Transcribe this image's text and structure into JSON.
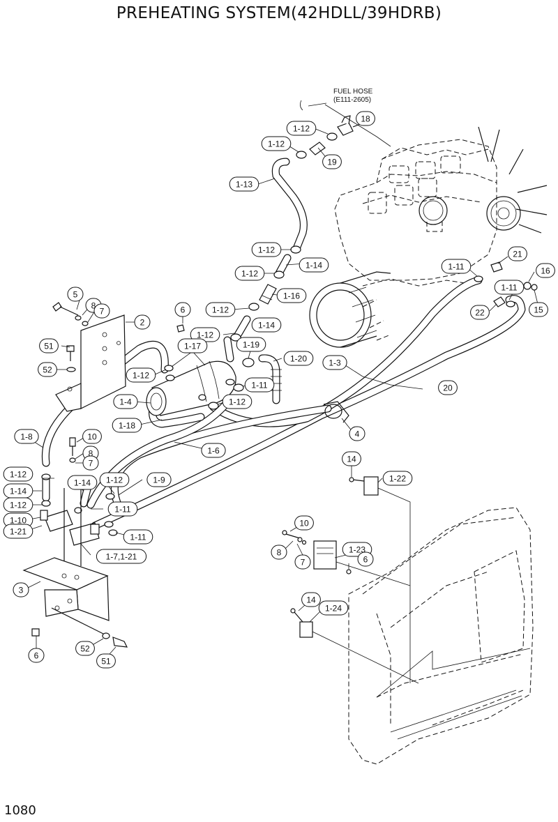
{
  "title": "PREHEATING SYSTEM(42HDLL/39HDRB)",
  "page_number": "1080",
  "note": {
    "line1": "FUEL HOSE",
    "line2": "(E111-2605)"
  },
  "callouts": [
    {
      "id": "c-18",
      "label": "18"
    },
    {
      "id": "c-1-12-a",
      "label": "1-12"
    },
    {
      "id": "c-1-12-b",
      "label": "1-12"
    },
    {
      "id": "c-19",
      "label": "19"
    },
    {
      "id": "c-1-13",
      "label": "1-13"
    },
    {
      "id": "c-1-12-c",
      "label": "1-12"
    },
    {
      "id": "c-1-14-a",
      "label": "1-14"
    },
    {
      "id": "c-1-12-d",
      "label": "1-12"
    },
    {
      "id": "c-1-16",
      "label": "1-16"
    },
    {
      "id": "c-1-12-e",
      "label": "1-12"
    },
    {
      "id": "c-1-14-b",
      "label": "1-14"
    },
    {
      "id": "c-1-12-f",
      "label": "1-12"
    },
    {
      "id": "c-21",
      "label": "21"
    },
    {
      "id": "c-1-11-a",
      "label": "1-11"
    },
    {
      "id": "c-16",
      "label": "16"
    },
    {
      "id": "c-1-11-b",
      "label": "1-11"
    },
    {
      "id": "c-22",
      "label": "22"
    },
    {
      "id": "c-15",
      "label": "15"
    },
    {
      "id": "c-5",
      "label": "5"
    },
    {
      "id": "c-8-a",
      "label": "8"
    },
    {
      "id": "c-7-a",
      "label": "7"
    },
    {
      "id": "c-6-a",
      "label": "6"
    },
    {
      "id": "c-2",
      "label": "2"
    },
    {
      "id": "c-51-a",
      "label": "51"
    },
    {
      "id": "c-1-17",
      "label": "1-17"
    },
    {
      "id": "c-1-19",
      "label": "1-19"
    },
    {
      "id": "c-1-20",
      "label": "1-20"
    },
    {
      "id": "c-52-a",
      "label": "52"
    },
    {
      "id": "c-1-12-g",
      "label": "1-12"
    },
    {
      "id": "c-1-3",
      "label": "1-3"
    },
    {
      "id": "c-1-11-c",
      "label": "1-11"
    },
    {
      "id": "c-20",
      "label": "20"
    },
    {
      "id": "c-1-4",
      "label": "1-4"
    },
    {
      "id": "c-1-12-h",
      "label": "1-12"
    },
    {
      "id": "c-1-18",
      "label": "1-18"
    },
    {
      "id": "c-4",
      "label": "4"
    },
    {
      "id": "c-1-8",
      "label": "1-8"
    },
    {
      "id": "c-10-a",
      "label": "10"
    },
    {
      "id": "c-1-6",
      "label": "1-6"
    },
    {
      "id": "c-8-b",
      "label": "8"
    },
    {
      "id": "c-7-b",
      "label": "7"
    },
    {
      "id": "c-14-a",
      "label": "14"
    },
    {
      "id": "c-1-12-i",
      "label": "1-12"
    },
    {
      "id": "c-1-12-j",
      "label": "1-12"
    },
    {
      "id": "c-1-9",
      "label": "1-9"
    },
    {
      "id": "c-1-22",
      "label": "1-22"
    },
    {
      "id": "c-1-14-c",
      "label": "1-14"
    },
    {
      "id": "c-1-14-d",
      "label": "1-14"
    },
    {
      "id": "c-1-12-k",
      "label": "1-12"
    },
    {
      "id": "c-1-11-d",
      "label": "1-11"
    },
    {
      "id": "c-1-10",
      "label": "1-10"
    },
    {
      "id": "c-1-21-a",
      "label": "1-21"
    },
    {
      "id": "c-1-11-e",
      "label": "1-11"
    },
    {
      "id": "c-10-b",
      "label": "10"
    },
    {
      "id": "c-1-23",
      "label": "1-23"
    },
    {
      "id": "c-8-c",
      "label": "8"
    },
    {
      "id": "c-7-c",
      "label": "7"
    },
    {
      "id": "c-6-b",
      "label": "6"
    },
    {
      "id": "c-1-7-1-21",
      "label": "1-7,1-21"
    },
    {
      "id": "c-3",
      "label": "3"
    },
    {
      "id": "c-14-b",
      "label": "14"
    },
    {
      "id": "c-1-24",
      "label": "1-24"
    },
    {
      "id": "c-52-b",
      "label": "52"
    },
    {
      "id": "c-6-c",
      "label": "6"
    },
    {
      "id": "c-51-b",
      "label": "51"
    }
  ]
}
